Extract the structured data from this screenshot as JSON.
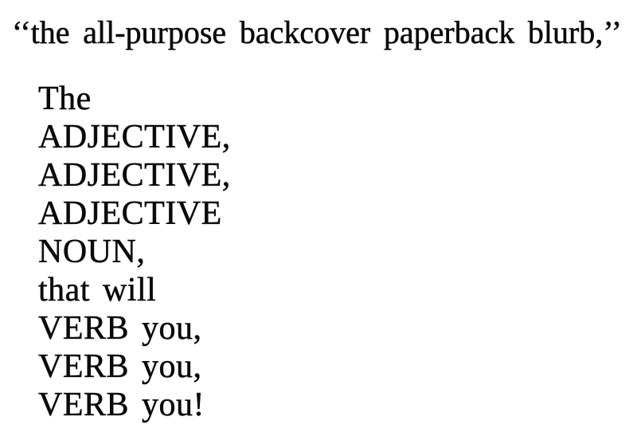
{
  "page": {
    "background_color": "#ffffff",
    "text_color": "#0a0a0a"
  },
  "title": {
    "full_text": "‘‘the all-purpose backcover paperback blurb,’’",
    "words": [
      "‘‘the",
      "all-purpose",
      "backcover",
      "paperback",
      "blurb,’’"
    ]
  },
  "blurb_lines": [
    "The",
    "ADJECTIVE,",
    "ADJECTIVE,",
    "ADJECTIVE",
    "NOUN,",
    "that will",
    "VERB you,",
    "VERB you,",
    "VERB you!"
  ]
}
